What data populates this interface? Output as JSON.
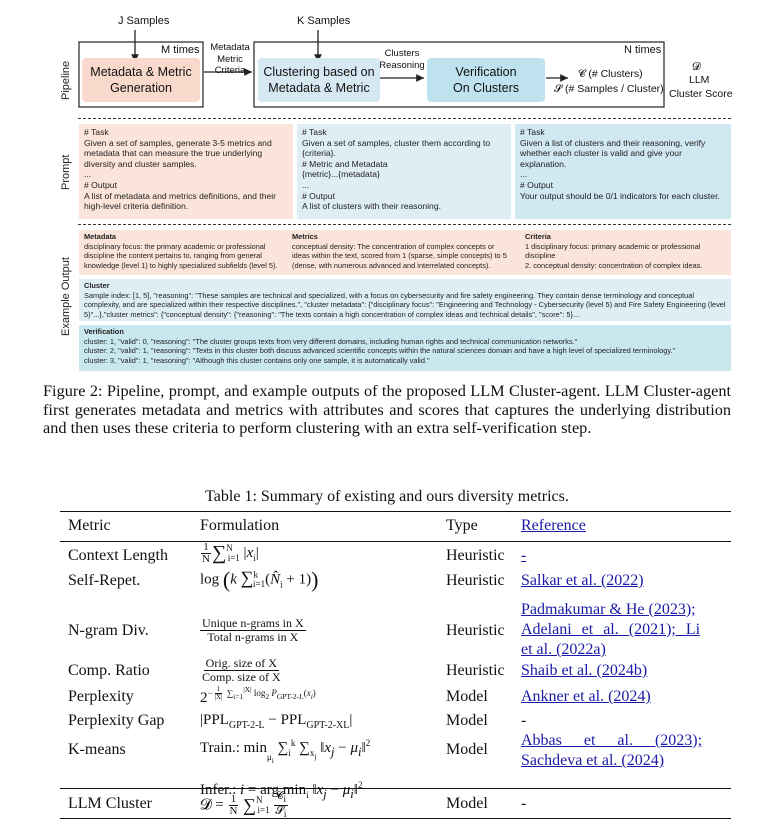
{
  "figure": {
    "side_labels": {
      "pipeline": "Pipeline",
      "prompt": "Prompt",
      "example": "Example Output"
    },
    "pipeline": {
      "j_samples": "J Samples",
      "k_samples": "K Samples",
      "m_times": "M times",
      "n_times": "N times",
      "metadata_criteria": "Metadata\nMetric\nCriteria",
      "clusters_reasoning": "Clusters\nReasoning",
      "box1": "Metadata & Metric\nGeneration",
      "box2": "Clustering based on\nMetadata & Metric",
      "box3": "Verification\nOn Clusters",
      "out1": "𝓒 (# Clusters)",
      "out2": "𝓢 (# Samples / Cluster)",
      "out_d": "𝓓",
      "out_llm": "LLM",
      "out_score": "Cluster Score"
    },
    "prompts": [
      "# Task\nGiven a set of samples, generate 3-5 metrics and metadata that can measure the true underlying diversity and cluster samples.\n...\n# Output\nA list of metadata and metrics definitions, and their high-level criteria definition.",
      "# Task\nGiven a set of samples, cluster them according to {criteria}.\n# Metric and Metadata\n{metric}...{metadata}\n...\n# Output\nA list of clusters with their reasoning.",
      "# Task\nGiven a list of clusters and their reasoning, verify whether each cluster is valid and give your explanation.\n...\n# Output\nYour output should be 0/1 indicators for each cluster."
    ],
    "example": {
      "metadata_head": "Metadata",
      "metadata_text": "disciplinary focus: the primary academic or professional discipline the content pertains to, ranging from general knowledge (level 1) to highly specialized subfields (level 5).",
      "metrics_head": "Metrics",
      "metrics_text": "conceptual density: The concentration of complex concepts or ideas within the text, scored from 1 (sparse, simple concepts) to 5 (dense, with numerous advanced and interrelated concepts).",
      "criteria_head": "Criteria",
      "criteria_text": "1 disciplinary focus: primary academic or professional discipline\n2. conceptual density: concentration of complex ideas.",
      "cluster_head": "Cluster",
      "cluster_text": "Sample index: [1, 5], \"reasoning\": \"These samples are technical and specialized, with a focus on cybersecurity and fire safety engineering. They contain dense terminology and conceptual complexity, and are specialized within their respective disciplines.\", \"cluster metadata\": {\"disciplinary focus\": \"Engineering and Technology - Cybersecurity (level 5) and Fire Safety Engineering (level 5)\"...},\"cluster metrics\": {\"conceptual density\": {\"reasoning\": \"The texts contain a high concentration of complex ideas and technical details\", \"score\": 5}...",
      "verification_head": "Verification",
      "verification_lines": [
        "cluster: 1, \"valid\": 0, \"reasoning\": \"The cluster groups texts from very different domains, including human rights and technical communication networks.\"",
        "cluster: 2, \"valid\": 1, \"reasoning\": \"Texts in this cluster both discuss advanced scientific concepts within the natural sciences domain and have a high level of specialized terminology.\"",
        "cluster: 3, \"valid\": 1, \"reasoning\": \"Although this cluster contains only one sample, it is automatically valid.\""
      ]
    }
  },
  "caption": "Figure 2: Pipeline, prompt, and example outputs of the proposed LLM Cluster-agent. LLM Cluster-agent first generates metadata and metrics with attributes and scores that captures the underlying distribution and then uses these criteria to perform clustering with an extra self-verification step.",
  "table": {
    "title": "Table 1: Summary of existing and ours diversity metrics.",
    "headers": [
      "Metric",
      "Formulation",
      "Type",
      "Reference"
    ],
    "rows": [
      {
        "metric": "Context Length",
        "type": "Heuristic",
        "ref": "-"
      },
      {
        "metric": "Self-Repet.",
        "type": "Heuristic",
        "ref": "Salkar et al. (2022)"
      },
      {
        "metric": "N-gram Div.",
        "type": "Heuristic",
        "ref1": "Padmakumar & He (2023);",
        "ref2": "Adelani et al. (2021); Li",
        "ref3": "et al. (2022a)"
      },
      {
        "metric": "Comp. Ratio",
        "type": "Heuristic",
        "ref": "Shaib et al. (2024b)"
      },
      {
        "metric": "Perplexity",
        "type": "Model",
        "ref": "Ankner et al. (2024)"
      },
      {
        "metric": "Perplexity Gap",
        "type": "Model",
        "ref": "-"
      },
      {
        "metric": "K-means",
        "type": "Model",
        "ref1": "Abbas et al. (2023);",
        "ref2": "Sachdeva et al. (2024)"
      },
      {
        "metric": "LLM Cluster",
        "type": "Model",
        "ref": "-"
      }
    ],
    "formulas": {
      "ngram_num": "Unique n-grams in X",
      "ngram_den": "Total n-grams in X",
      "comp_num": "Orig. size of X",
      "comp_den": "Comp. size of X",
      "kmeans_train": "Train.:",
      "kmeans_infer": "Infer.:"
    }
  }
}
